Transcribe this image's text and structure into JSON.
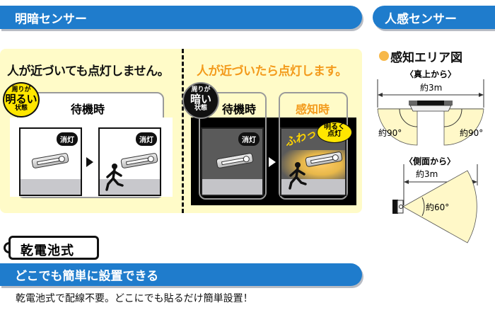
{
  "headers": {
    "light_sensor": "明暗センサー",
    "motion_sensor": "人感センサー",
    "install": "どこでも簡単に設置できる"
  },
  "light_sensor_panel": {
    "left": {
      "headline": "人が近づいても点灯しません。",
      "badge": {
        "top": "周りが",
        "main": "明るい",
        "bottom": "状態"
      },
      "frame_label": "待機時",
      "scenes": [
        {
          "pill": "消灯",
          "person": false
        },
        {
          "pill": "消灯",
          "person": true
        }
      ]
    },
    "right": {
      "headline": "人が近づいたら点灯します。",
      "badge": {
        "top": "周りが",
        "main": "暗い",
        "bottom": "状態"
      },
      "frames": [
        {
          "label": "待機時",
          "pill": "消灯"
        },
        {
          "label": "感知時",
          "effect_text": "ふわっ",
          "bubble": "明るく\n点灯",
          "bubble_line1": "明るく",
          "bubble_line2": "点灯"
        }
      ]
    }
  },
  "detection_area": {
    "title": "感知エリア図",
    "top_view": {
      "label": "〈真上から〉",
      "distance": "約3m",
      "left_angle": "約90°",
      "right_angle": "約90°"
    },
    "side_view": {
      "label": "〈側面から〉",
      "distance": "約3m",
      "angle": "約60°"
    }
  },
  "power": {
    "tag": "乾電池式",
    "description": "乾電池式で配線不要。どこにでも貼るだけ簡単設置！"
  },
  "colors": {
    "header_blue": "#1f7ccc",
    "panel_yellow": "#fffbc8",
    "accent_orange": "#f39a1b",
    "badge_yellow": "#ffe600",
    "dot_orange": "#f7b84a"
  }
}
